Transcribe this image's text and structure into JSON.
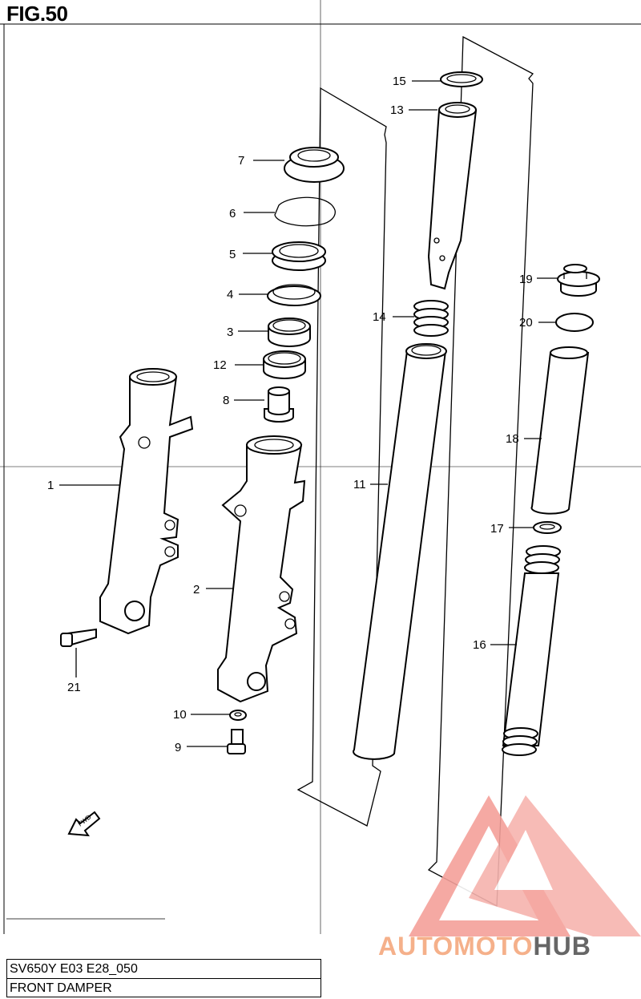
{
  "figure": {
    "title": "FIG.50"
  },
  "title_block": {
    "model": "SV650Y E03 E28_050",
    "name": "FRONT DAMPER"
  },
  "callouts": [
    "15",
    "13",
    "7",
    "6",
    "5",
    "4",
    "3",
    "12",
    "8",
    "1",
    "2",
    "21",
    "10",
    "9",
    "14",
    "11",
    "19",
    "20",
    "18",
    "17",
    "16"
  ],
  "direction_arrow": {
    "label": "FWD",
    "icon": "fwd-arrow-icon"
  },
  "watermark": {
    "part1": "AUTOMOTO",
    "part2": "HUB",
    "color1": "#f5b08a",
    "color2": "#666666",
    "logo_color": "#f4a09a"
  }
}
